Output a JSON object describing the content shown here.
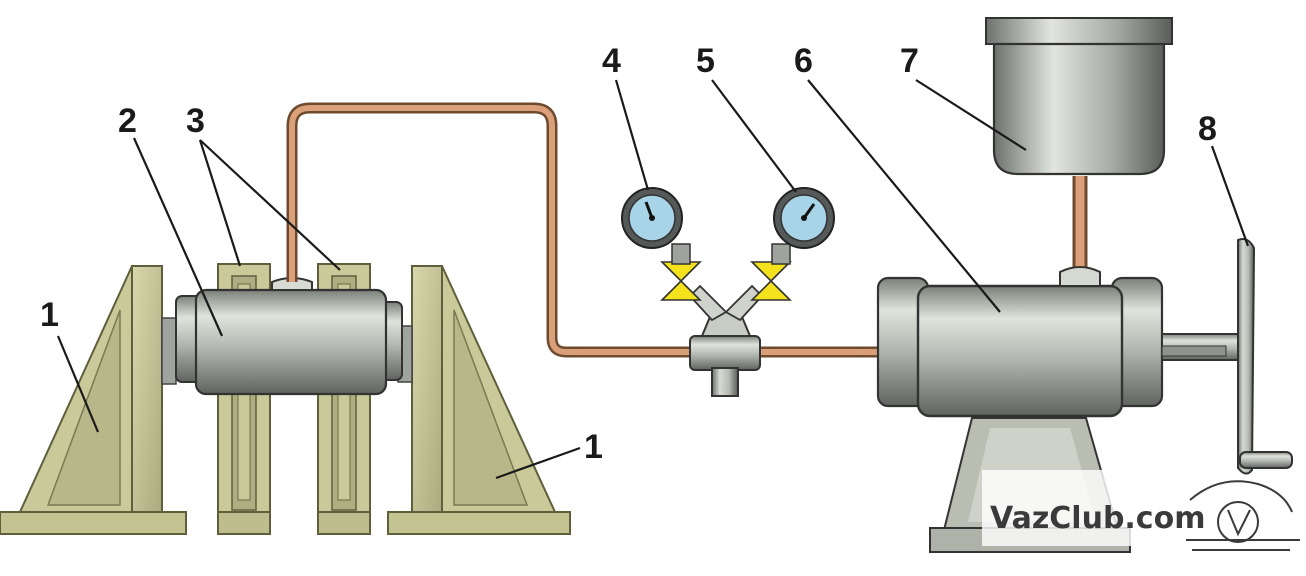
{
  "callouts": {
    "c1a": "1",
    "c1b": "1",
    "c2": "2",
    "c3": "3",
    "c4": "4",
    "c5": "5",
    "c6": "6",
    "c7": "7",
    "c8": "8"
  },
  "watermark": {
    "text": "VazClub.com"
  },
  "colors": {
    "bracket_fill": "#c9c99a",
    "bracket_edge": "#5f5f3c",
    "metal_light": "#d9ddd6",
    "metal_mid": "#a9b0a9",
    "metal_dark": "#6c716b",
    "pipe_outer": "#8a6240",
    "pipe_inner": "#d9a07a",
    "gauge_face": "#a8d4e8",
    "valve_yellow": "#f4e21c",
    "stand_fill": "#b9bdb2"
  }
}
